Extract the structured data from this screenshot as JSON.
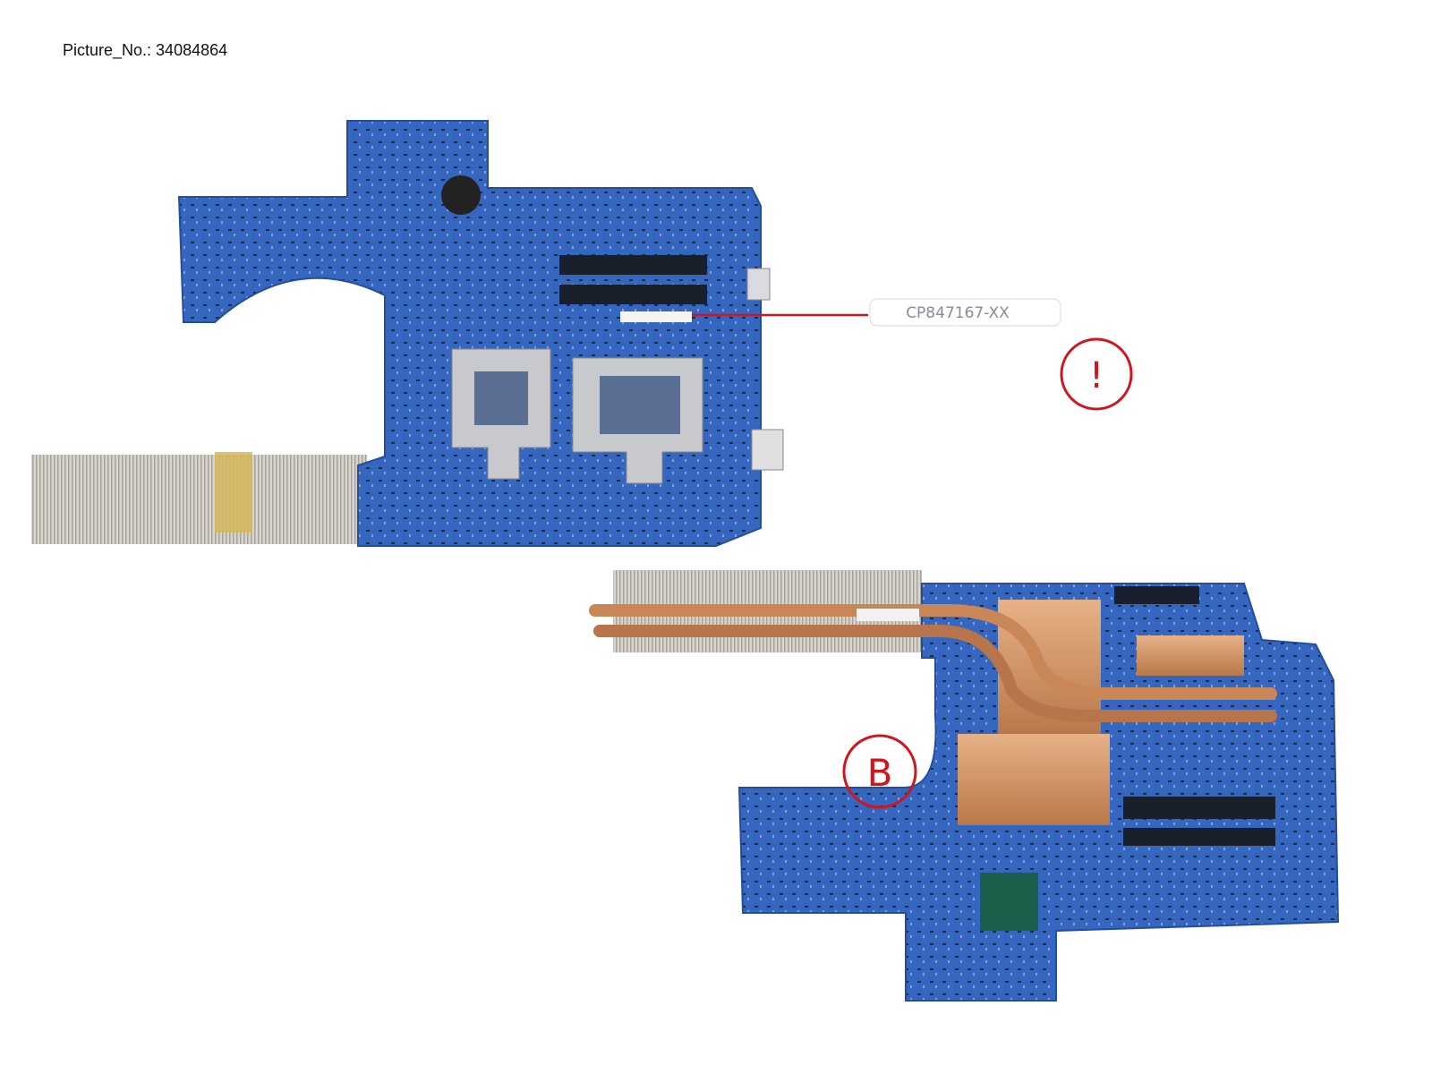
{
  "caption": "Picture_No.: 34084864",
  "part_label": "CP847167-XX",
  "warning_symbol": "!",
  "view_marker": "B",
  "colors": {
    "board_blue": "#2f5fb8",
    "annotation_red": "#d0161c",
    "copper": "#d39a6a",
    "heatsink": "#c9c6bf"
  }
}
